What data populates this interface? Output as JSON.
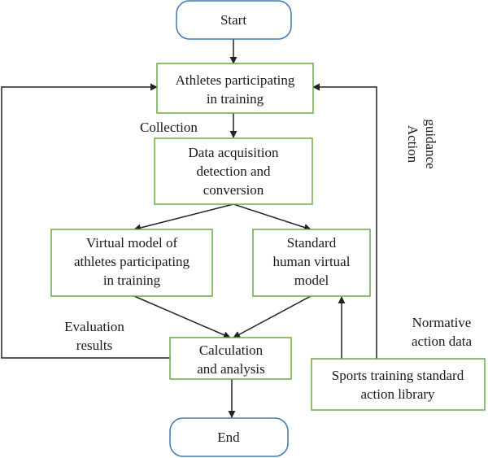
{
  "nodes": {
    "start": "Start",
    "athletes": [
      "Athletes participating",
      "in training"
    ],
    "acquisition": [
      "Data acquisition",
      "detection and",
      "conversion"
    ],
    "virtual_model": [
      "Virtual model of",
      "athletes participating",
      "in training"
    ],
    "standard_model": [
      "Standard",
      "human virtual",
      "model"
    ],
    "calculation": [
      "Calculation",
      "and analysis"
    ],
    "library": [
      "Sports training standard",
      "action library"
    ],
    "end": "End"
  },
  "edge_labels": {
    "collection": "Collection",
    "evaluation": [
      "Evaluation",
      "results"
    ],
    "normative": [
      "Normative",
      "action data"
    ],
    "action_guidance": [
      "Action",
      "guidance"
    ]
  },
  "colors": {
    "process_box": "#6aac44",
    "terminal_box": "#3d78ae"
  }
}
